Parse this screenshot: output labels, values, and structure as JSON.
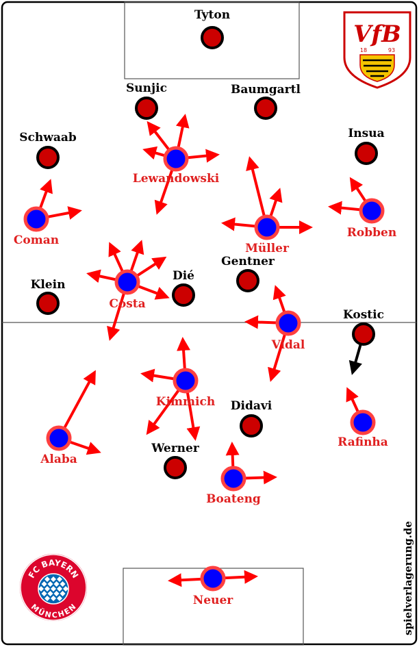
{
  "watermark": "spielverlagerung.de",
  "colors": {
    "pitch_line": "#000000",
    "home_fill": "#0000ff",
    "home_ring": "#ff4040",
    "home_label": "#e02020",
    "home_arrow": "#ff0000",
    "away_fill": "#cc0000",
    "away_ring": "#000000",
    "away_label": "#000000",
    "away_arrow": "#000000"
  },
  "crests": {
    "top_right": {
      "icon": "vfb-stuttgart-crest",
      "text": "VfB",
      "year_left": "18",
      "year_right": "93"
    },
    "bottom_left": {
      "icon": "fc-bayern-crest",
      "text_top": "FC BAYERN",
      "text_bottom": "MÜNCHEN"
    }
  },
  "players": [
    {
      "id": "tyton",
      "name": "Tyton",
      "team": "away"
    },
    {
      "id": "sunjic",
      "name": "Sunjic",
      "team": "away"
    },
    {
      "id": "baumgartl",
      "name": "Baumgartl",
      "team": "away"
    },
    {
      "id": "schwaab",
      "name": "Schwaab",
      "team": "away"
    },
    {
      "id": "insua",
      "name": "Insua",
      "team": "away"
    },
    {
      "id": "gentner",
      "name": "Gentner",
      "team": "away"
    },
    {
      "id": "klein",
      "name": "Klein",
      "team": "away"
    },
    {
      "id": "die",
      "name": "Dié",
      "team": "away"
    },
    {
      "id": "kostic",
      "name": "Kostic",
      "team": "away"
    },
    {
      "id": "didavi",
      "name": "Didavi",
      "team": "away"
    },
    {
      "id": "werner",
      "name": "Werner",
      "team": "away"
    },
    {
      "id": "lewandowski",
      "name": "Lewandowski",
      "team": "home"
    },
    {
      "id": "coman",
      "name": "Coman",
      "team": "home"
    },
    {
      "id": "muller",
      "name": "Müller",
      "team": "home"
    },
    {
      "id": "robben",
      "name": "Robben",
      "team": "home"
    },
    {
      "id": "costa",
      "name": "Costa",
      "team": "home"
    },
    {
      "id": "vidal",
      "name": "Vidal",
      "team": "home"
    },
    {
      "id": "kimmich",
      "name": "Kimmich",
      "team": "home"
    },
    {
      "id": "rafinha",
      "name": "Rafinha",
      "team": "home"
    },
    {
      "id": "alaba",
      "name": "Alaba",
      "team": "home"
    },
    {
      "id": "boateng",
      "name": "Boateng",
      "team": "home"
    },
    {
      "id": "neuer",
      "name": "Neuer",
      "team": "home"
    }
  ]
}
